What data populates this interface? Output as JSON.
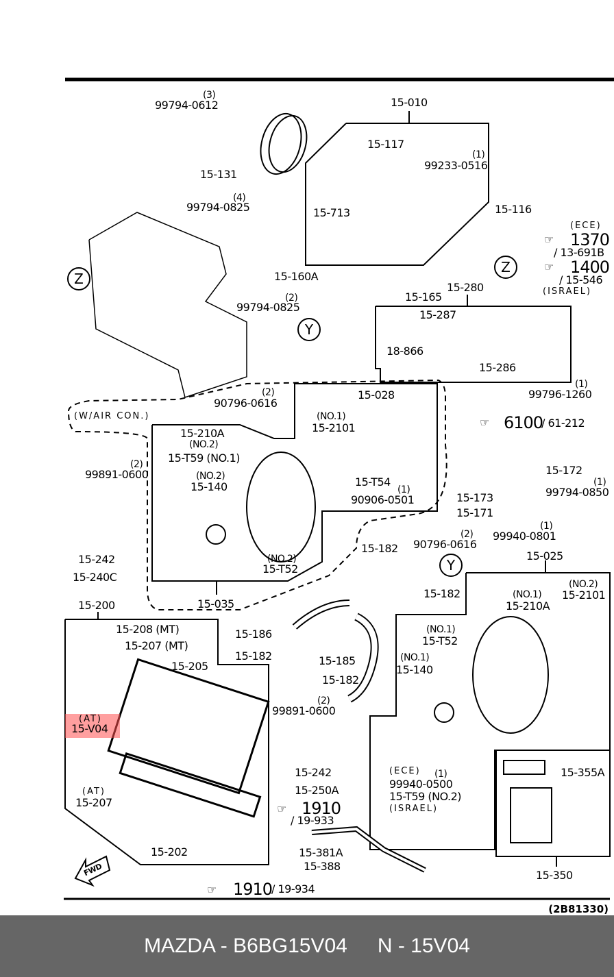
{
  "diagram": {
    "title_ref": "15-010",
    "highlight": {
      "note": "(AT)",
      "part": "15-V04"
    },
    "drawing_code": "(2B81330)",
    "fwd_label": "FWD",
    "circle_markers": [
      "Z",
      "Z",
      "Y",
      "Y"
    ],
    "groups": {
      "water_pump": "15-010",
      "coolant_pipe": "15-280",
      "ac_fan": "15-035",
      "main_fan": "15-025",
      "radiator": "15-200",
      "reservoir": "15-350"
    },
    "labels": [
      {
        "id": "l1",
        "text": "99794-0612",
        "qty": "(3)"
      },
      {
        "id": "l2",
        "text": "15-131"
      },
      {
        "id": "l3",
        "text": "99794-0825",
        "qty": "(4)"
      },
      {
        "id": "l4",
        "text": "15-010"
      },
      {
        "id": "l5",
        "text": "15-117"
      },
      {
        "id": "l6",
        "text": "99233-0516",
        "qty": "(1)"
      },
      {
        "id": "l7",
        "text": "15-713"
      },
      {
        "id": "l8",
        "text": "15-116"
      },
      {
        "id": "l9",
        "text": "15-160A"
      },
      {
        "id": "l10",
        "text": "99794-0825",
        "qty": "(2)"
      },
      {
        "id": "l11",
        "text": "15-165"
      },
      {
        "id": "l12",
        "text": "15-280"
      },
      {
        "id": "l13",
        "text": "15-287"
      },
      {
        "id": "l14",
        "text": "18-866"
      },
      {
        "id": "l15",
        "text": "15-286"
      },
      {
        "id": "l16",
        "text": "99796-1260",
        "qty": "(1)"
      },
      {
        "id": "l17",
        "text": "90796-0616",
        "qty": "(2)"
      },
      {
        "id": "l18",
        "text": "15-028"
      },
      {
        "id": "l19",
        "text": "15-2101",
        "sub": "(NO.1)"
      },
      {
        "id": "l20",
        "text": "15-210A",
        "sub": "(NO.2)"
      },
      {
        "id": "l21",
        "text": "15-T59 (NO.1)"
      },
      {
        "id": "l22",
        "text": "15-140",
        "sub": "(NO.2)"
      },
      {
        "id": "l23",
        "text": "15-T54"
      },
      {
        "id": "l24",
        "text": "90906-0501",
        "qty": "(1)"
      },
      {
        "id": "l25",
        "text": "15-T52",
        "sub": "(NO.2)"
      },
      {
        "id": "l26",
        "text": "15-035"
      },
      {
        "id": "l27",
        "text": "99891-0600",
        "qty": "(2)"
      },
      {
        "id": "l28",
        "text": "15-242"
      },
      {
        "id": "l29",
        "text": "15-240C"
      },
      {
        "id": "l30",
        "text": "15-172"
      },
      {
        "id": "l31",
        "text": "99794-0850",
        "qty": "(1)"
      },
      {
        "id": "l32",
        "text": "15-173"
      },
      {
        "id": "l33",
        "text": "15-171"
      },
      {
        "id": "l34",
        "text": "99940-0801",
        "qty": "(1)"
      },
      {
        "id": "l35",
        "text": "90796-0616",
        "qty": "(2)"
      },
      {
        "id": "l36",
        "text": "15-182"
      },
      {
        "id": "l37",
        "text": "15-182"
      },
      {
        "id": "l38",
        "text": "15-025"
      },
      {
        "id": "l39",
        "text": "15-210A",
        "sub": "(NO.1)"
      },
      {
        "id": "l40",
        "text": "15-2101",
        "sub": "(NO.2)"
      },
      {
        "id": "l41",
        "text": "15-T52",
        "sub": "(NO.1)"
      },
      {
        "id": "l42",
        "text": "15-140",
        "sub": "(NO.1)"
      },
      {
        "id": "l43",
        "text": "15-200"
      },
      {
        "id": "l44",
        "text": "15-208 (MT)"
      },
      {
        "id": "l45",
        "text": "15-207 (MT)"
      },
      {
        "id": "l46",
        "text": "15-205"
      },
      {
        "id": "l47",
        "text": "15-186"
      },
      {
        "id": "l48",
        "text": "15-182"
      },
      {
        "id": "l49",
        "text": "15-185"
      },
      {
        "id": "l50",
        "text": "15-182"
      },
      {
        "id": "l51",
        "text": "99891-0600",
        "qty": "(2)"
      },
      {
        "id": "l52",
        "text": "15-242"
      },
      {
        "id": "l53",
        "text": "15-250A"
      },
      {
        "id": "l54",
        "text": "99940-0500",
        "qty": "(1)",
        "sub": "(ECE)"
      },
      {
        "id": "l55",
        "text": "15-T59 (NO.2)"
      },
      {
        "id": "l56",
        "text": "(ISRAEL)"
      },
      {
        "id": "l57",
        "text": "15-355A"
      },
      {
        "id": "l58",
        "text": "15-350"
      },
      {
        "id": "l59",
        "text": "15-207",
        "sub": "(AT)"
      },
      {
        "id": "l60",
        "text": "15-202"
      },
      {
        "id": "l61",
        "text": "15-381A"
      },
      {
        "id": "l62",
        "text": "15-388"
      },
      {
        "id": "l63",
        "text": "(W/AIR CON.)"
      }
    ],
    "references": [
      {
        "id": "r1",
        "main": "1370",
        "sub": "/ 13-691B",
        "note": "(ECE)"
      },
      {
        "id": "r2",
        "main": "1400",
        "sub": "/ 15-546",
        "note": "(ISRAEL)"
      },
      {
        "id": "r3",
        "main": "6100",
        "sub": "/ 61-212"
      },
      {
        "id": "r4",
        "main": "1910",
        "sub": "/ 19-933"
      },
      {
        "id": "r5",
        "main": "1910",
        "sub": "/ 19-934"
      }
    ]
  },
  "footer": {
    "left": "MAZDA - B6BG15V04",
    "right": "N - 15V04"
  }
}
